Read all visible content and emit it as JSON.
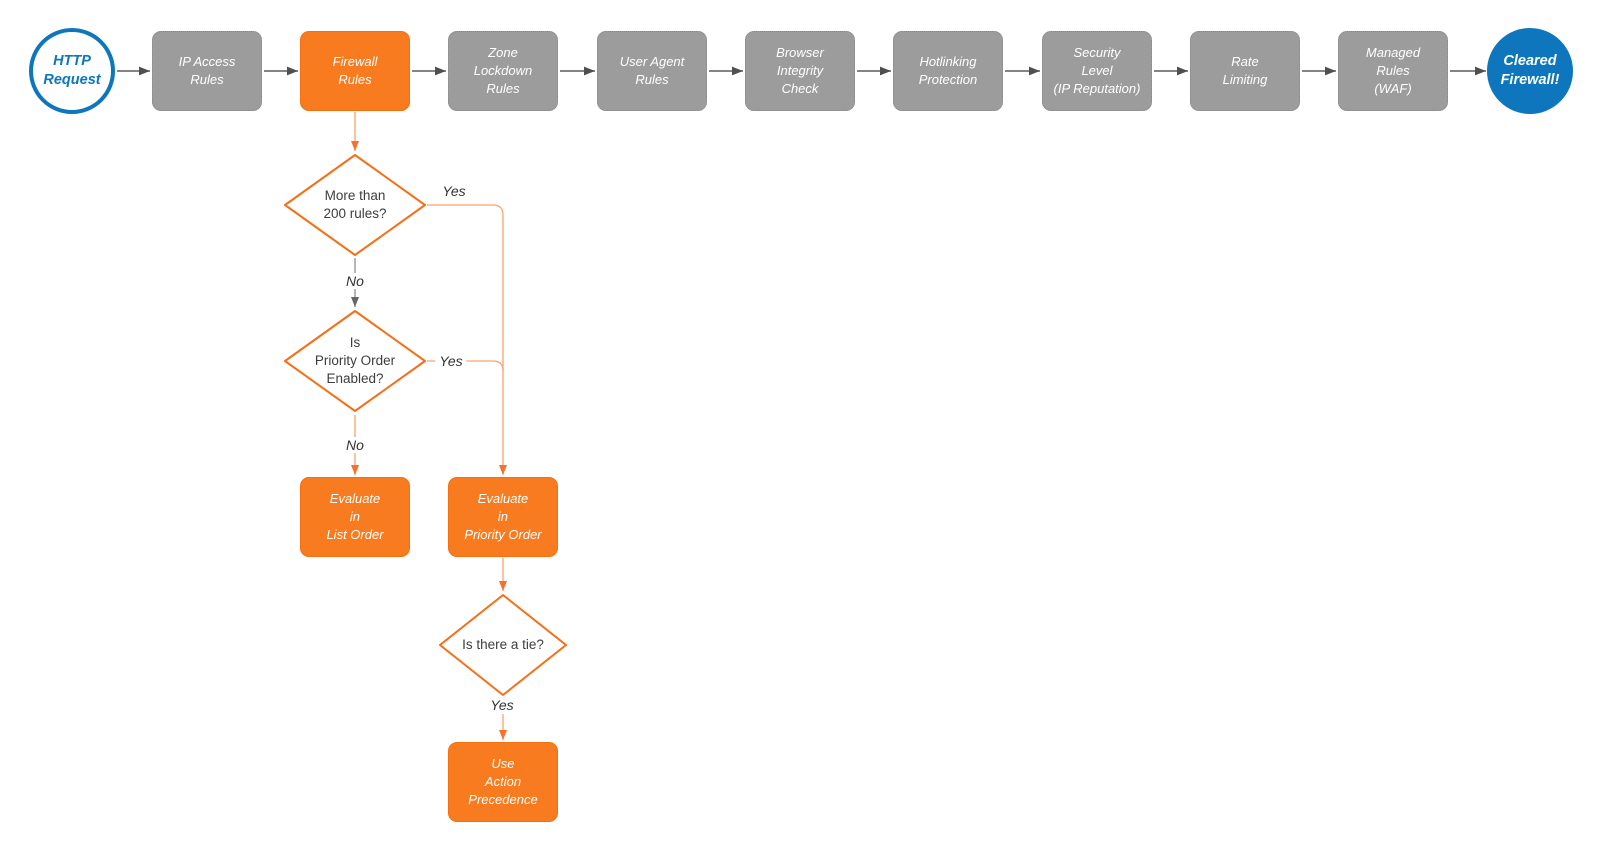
{
  "flow": {
    "start_label": "HTTP\nRequest",
    "end_label": "Cleared\nFirewall!",
    "pipeline": [
      {
        "label": "IP Access\nRules"
      },
      {
        "label": "Firewall\nRules"
      },
      {
        "label": "Zone\nLockdown\nRules"
      },
      {
        "label": "User Agent\nRules"
      },
      {
        "label": "Browser\nIntegrity\nCheck"
      },
      {
        "label": "Hotlinking\nProtection"
      },
      {
        "label": "Security\nLevel\n(IP Reputation)"
      },
      {
        "label": "Rate\nLimiting"
      },
      {
        "label": "Managed\nRules\n(WAF)"
      }
    ],
    "decisions": {
      "rules_count": {
        "question": "More than\n200 rules?",
        "yes": "Yes",
        "no": "No"
      },
      "priority_enabled": {
        "question": "Is\nPriority Order\nEnabled?",
        "yes": "Yes",
        "no": "No"
      },
      "tie": {
        "question": "Is there a tie?",
        "yes": "Yes"
      }
    },
    "outcomes": {
      "list_order": "Evaluate\nin\nList Order",
      "priority_order": "Evaluate\nin\nPriority Order",
      "action_precedence": "Use\nAction\nPrecedence"
    }
  },
  "colors": {
    "accent_orange": "#F87C1F",
    "diamond_border_orange": "#F76F15",
    "connector_orange": "#FFA26B",
    "arrowhead_orange": "#F8702A",
    "node_gray": "#9C9C9C",
    "connector_gray": "#5B5B5B",
    "brand_blue": "#0D76BC",
    "text_white": "#FFFFFF",
    "text_dark": "#3D3D3D"
  }
}
